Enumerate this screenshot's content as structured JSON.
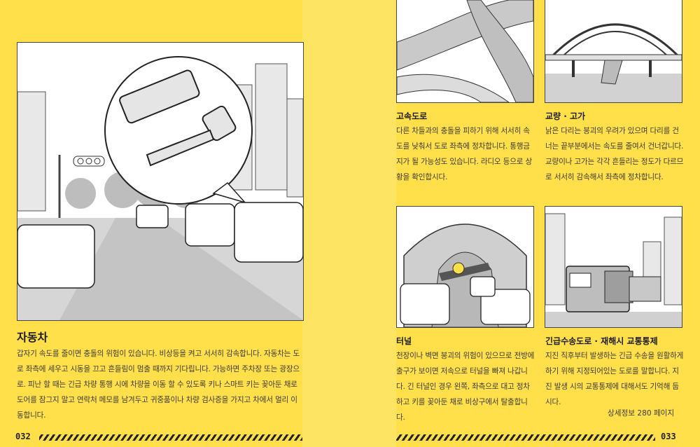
{
  "left_page": {
    "heading": "자동차",
    "body": "갑자기 속도를 줄이면 충돌의 위험이 있습니다. 비상등을 켜고 서서히 감속합니다. 자동차는 도로 좌측에 세우고 시동을 끄고 흔들림이 멈출 때까지 기다립니다. 가능하면 주차장 또는 광장으로. 피난 할 때는 긴급 차량 통행 시에 차량을 이동 할 수 있도록 키나 스마트 키는 꽂아둔 채로 도어를 잠그지 말고 연락처 메모를 남겨두고 귀중품이나 차량 검사증을 가지고 차에서 멀리 이동합니다.",
    "page_number": "032"
  },
  "right_page": {
    "highway": {
      "heading": "고속도로",
      "body": "다른 차들과의 충돌을 피하기 위해 서서히 속도를 낮춰서 도로 좌측에 정차합니다. 통행금지가 될 가능성도 있습니다. 라디오 등으로 상황을 확인합시다."
    },
    "bridge": {
      "heading": "교량 · 고가",
      "body": "낡은 다리는 붕괴의 우려가 있으며 다리를 건너는 끝부분에서는 속도를 줄여서 건너갑니다. 교량이나 고가는 각각 흔들리는 정도가 다르므로 서서히 감속해서 좌측에 정차합니다."
    },
    "tunnel": {
      "heading": "터널",
      "body": "천장이나 벽면 붕괴의 위험이 있으므로 전방에 출구가 보이면 저속으로 터널을 빠져 나갑니다. 긴 터널인 경우 왼쪽, 좌측으로 대고 정차하고 키를 꽂아둔 채로 비상구에서 탈출합니다."
    },
    "emergency_road": {
      "heading": "긴급수송도로 · 재해시 교통통제",
      "body": "지진 직후부터 발생하는 긴급 수송을 원활하게 하기 위해 지정되어있는 도로를 말합니다. 지진 발생 시의 교통통제에 대해서도 기억해 둡시다.",
      "reference": "상세정보 280 페이지"
    },
    "page_number": "033"
  }
}
